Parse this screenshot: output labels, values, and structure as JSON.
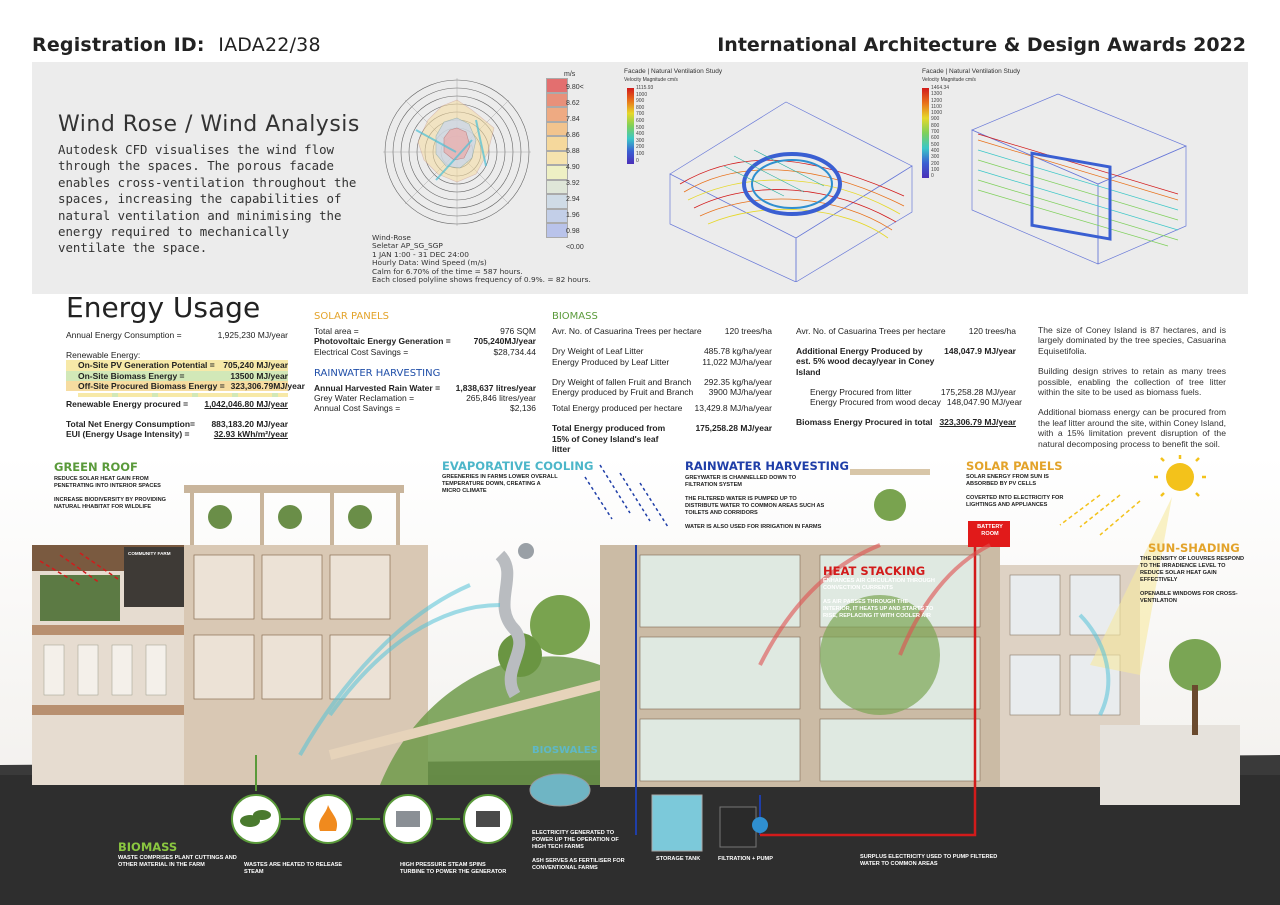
{
  "header": {
    "registration_label": "Registration ID:",
    "registration_id": "IADA22/38",
    "award": "International Architecture & Design Awards 2022"
  },
  "wind": {
    "title": "Wind Rose / Wind Analysis",
    "description": "Autodesk CFD visualises the wind flow through the spaces. The porous facade enables cross-ventilation throughout the spaces, increasing the capabilities of natural ventilation and minimising the energy required to mechanically ventilate the space.",
    "rose_caption": [
      "Wind-Rose",
      "Seletar AP_SG_SGP",
      "1 JAN 1:00 - 31 DEC 24:00",
      "Hourly Data: Wind Speed (m/s)",
      "Calm for 6.70% of the time = 587 hours.",
      "Each closed polyline shows frequency of 0.9%. = 82 hours."
    ],
    "legend_unit": "m/s",
    "legend": [
      "9.80<",
      "8.62",
      "7.84",
      "6.86",
      "5.88",
      "4.90",
      "3.92",
      "2.94",
      "1.96",
      "0.98",
      "<0.00"
    ],
    "legend_colors": [
      "#e36f6f",
      "#e8907a",
      "#eeaa82",
      "#f2c48e",
      "#f5d89c",
      "#f6e3ae",
      "#eef0c4",
      "#dfe6d8",
      "#cfdbe6",
      "#c3cfe8",
      "#b9c3ea"
    ],
    "cfd1": {
      "title": "Facade | Natural Ventilation Study",
      "subtitle": "Velocity Magnitude cm/s",
      "top_value": "1115.93",
      "scale": [
        "1000",
        "900",
        "800",
        "700",
        "600",
        "500",
        "400",
        "300",
        "200",
        "100",
        "0"
      ]
    },
    "cfd2": {
      "title": "Facade | Natural Ventilation Study",
      "subtitle": "Velocity Magnitude cm/s",
      "top_value": "1464.34",
      "scale": [
        "1300",
        "1200",
        "1100",
        "1000",
        "900",
        "800",
        "700",
        "600",
        "500",
        "400",
        "300",
        "200",
        "100",
        "0"
      ]
    }
  },
  "energy": {
    "title": "Energy Usage",
    "annual_label": "Annual Energy Consumption =",
    "annual_value": "1,925,230 MJ/year",
    "renewable_label": "Renewable Energy:",
    "pv_label": "On-Site PV Generation Potential =",
    "pv_value": "705,240 MJ/year",
    "bio_label": "On-Site Biomass Energy =",
    "bio_value": "13500 MJ/year",
    "offsite_label": "Off-Site Procured Biomass Energy =",
    "offsite_value": "323,306.79MJ/year",
    "procured_label": "Renewable Energy procured =",
    "procured_value": "1,042,046.80 MJ/year",
    "net_label": "Total Net Energy Consumption=",
    "net_value": "883,183.20 MJ/year",
    "eui_label": "EUI (Energy Usage Intensity) =",
    "eui_value": "32.93 kWh/m²/year"
  },
  "solar": {
    "heading": "SOLAR PANELS",
    "rows": [
      {
        "label": "Total area =",
        "value": "976 SQM"
      },
      {
        "label": "Photovoltaic Energy Generation =",
        "value": "705,240MJ/year"
      },
      {
        "label": "Electrical Cost Savings =",
        "value": "$28,734.44"
      }
    ]
  },
  "rain": {
    "heading": "RAINWATER HARVESTING",
    "rows": [
      {
        "label": "Annual Harvested Rain Water =",
        "value": "1,838,637 litres/year"
      },
      {
        "label": "Grey Water Reclamation =",
        "value": "265,846 litres/year"
      },
      {
        "label": "Annual Cost Savings =",
        "value": "$2,136"
      }
    ]
  },
  "biomass": {
    "heading": "BIOMASS",
    "r1_label": "Avr. No. of Casuarina Trees per hectare",
    "r1_value": "120 trees/ha",
    "r2_label": "Dry Weight of Leaf Litter",
    "r2_value": "485.78 kg/ha/year",
    "r3_label": "Energy Produced by Leaf Litter",
    "r3_value": "11,022 MJ/ha/year",
    "r4_label": "Dry Weight of fallen Fruit and Branch",
    "r4_value": "292.35 kg/ha/year",
    "r5_label": "Energy produced by Fruit and Branch",
    "r5_value": "3900 MJ/ha/year",
    "r6_label": "Total Energy produced per hectare",
    "r6_value": "13,429.8 MJ/ha/year",
    "r7_label": "Total Energy produced from 15% of Coney Island's leaf litter",
    "r7_value": "175,258.28 MJ/year"
  },
  "biomass2": {
    "r1_label": "Avr. No. of Casuarina Trees per hectare",
    "r1_value": "120 trees/ha",
    "r2_label": "Additional Energy Produced by est. 5% wood decay/year in Coney Island",
    "r2_value": "148,047.9 MJ/year",
    "r3_label": "Energy Procured from litter",
    "r3_value": "175,258.28 MJ/year",
    "r4_label": "Energy Procured from wood decay",
    "r4_value": "148,047.90 MJ/year",
    "r5_label": "Biomass Energy Procured in total",
    "r5_value": "323,306.79 MJ/year"
  },
  "notes": [
    "The size of Coney Island is 87 hectares, and is largely dominated by the tree species, Casuarina Equisetifolia.",
    "Building design strives to retain as many trees possible, enabling the collection of tree litter within the site to be used as biomass fuels.",
    "Additional biomass energy can be procured from the leaf litter around the site, within Coney Island, with a 15% limitation prevent disruption of the natural decomposing process to benefit the soil."
  ],
  "scene": {
    "green_roof": "GREEN ROOF",
    "green_roof_sub": "REDUCE SOLAR HEAT GAIN FROM PENETRATING INTO INTERIOR SPACES\n\nINCREASE BIODIVERSITY BY PROVIDING NATURAL HHABITAT FOR WILDLIFE",
    "evap": "EVAPORATIVE COOLING",
    "evap_sub": "GREENERIES IN FARMS LOWER OVERALL TEMPERATURE DOWN, CREATING A MICRO CLIMATE",
    "rain": "RAINWATER HARVESTING",
    "rain_sub": "GREYWATER IS CHANNELLED DOWN TO FILTRATION SYSTEM\n\nTHE FILTERED WATER IS PUMPED UP TO DISTRIBUTE WATER TO COMMON AREAS SUCH AS TOILETS AND CORRIDORS\n\nWATER IS ALSO USED FOR IRRIGATION IN FARMS",
    "solar": "SOLAR PANELS",
    "solar_sub": "SOLAR ENERGY FROM SUN IS ABSORBED BY PV CELLS\n\nCOVERTED INTO ELECTRICITY FOR LIGHTINGS AND APPLIANCES",
    "heat": "HEAT STACKING",
    "heat_sub": "ENHANCES AIR CIRCULATION THROUGH CONVECTION CURRENTS\n\nAS AIR PASSES THROUGH THE INTERIOR, IT HEATS UP AND STARTS TO RISE, REPLACING IT WITH COOLER AIR",
    "sun": "SUN-SHADING",
    "sun_sub": "THE DENSITY OF LOUVRES RESPOND TO THE IRRADIENCE LEVEL TO REDUCE SOLAR HEAT GAIN EFFECTIVELY\n\nOPENABLE WINDOWS FOR CROSS-VENTILATION",
    "battery": "BATTERY ROOM",
    "community_farm": "COMMUNITY FARM",
    "bioswales": "BIOSWALES",
    "biomass": "BIOMASS",
    "biomass_sub": "WASTE COMPRISES PLANT CUTTINGS AND OTHER MATERIAL IN THE FARM",
    "wastes": "WASTES ARE HEATED TO RELEASE STEAM",
    "steam": "HIGH PRESSURE STEAM SPINS TURBINE TO POWER THE GENERATOR",
    "electricity": "ELECTRICITY GENERATED TO POWER UP THE OPERATION OF HIGH TECH FARMS\n\nASH SERVES AS FERTILISER FOR CONVENTIONAL FARMS",
    "storage": "STORAGE TANK",
    "filtration": "FILTRATION + PUMP",
    "surplus": "SURPLUS ELECTRICITY USED TO PUMP FILTERED WATER TO COMMON AREAS"
  }
}
